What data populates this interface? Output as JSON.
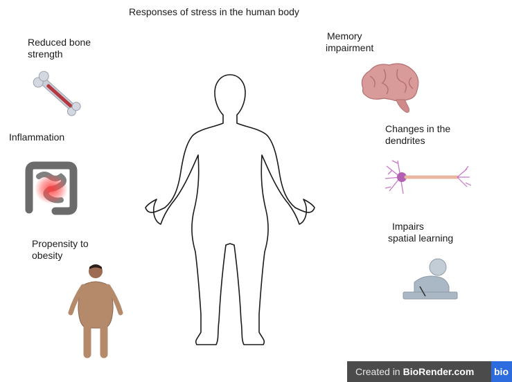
{
  "title": "Responses of stress in the human body",
  "labels": {
    "bone": [
      "Reduced bone",
      "strength"
    ],
    "inflammation": [
      "Inflammation"
    ],
    "obesity": [
      "Propensity to",
      "obesity"
    ],
    "memory": [
      "Memory",
      "impairment"
    ],
    "dendrites": [
      "Changes in the",
      "dendrites"
    ],
    "spatial": [
      "Impairs",
      "spatial learning"
    ]
  },
  "watermark": {
    "prefix": "Created in",
    "brand": "BioRender.com",
    "tag": "bio"
  },
  "icons": [
    "bone-icon",
    "intestine-icon",
    "obese-person-icon",
    "body-outline-icon",
    "brain-icon",
    "neuron-icon",
    "student-icon"
  ],
  "colors": {
    "bone": "#c9ced8",
    "marrow": "#b3383f",
    "intestine": "#6b6b6b",
    "inflammation": "#ff3b3b",
    "skin": "#b48a6b",
    "brain": "#d99a9a",
    "neuron": "#c977c9",
    "student": "#a9b8c4"
  }
}
